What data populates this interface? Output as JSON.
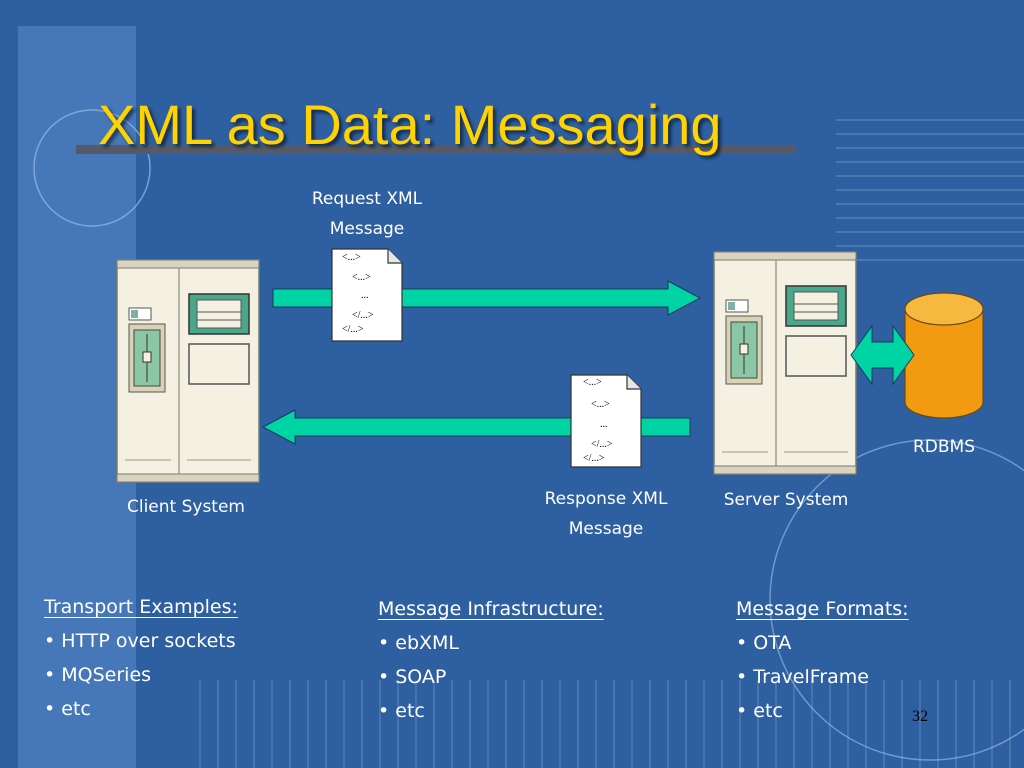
{
  "slide": {
    "title": "XML as Data: Messaging",
    "page_number": "32"
  },
  "colors": {
    "background": "#2e5fa0",
    "title": "#ffd200",
    "arrow": "#00d4a4",
    "database": "#f29a10",
    "text": "#ffffff"
  },
  "diagram": {
    "request_label_line1": "Request XML",
    "request_label_line2": "Message",
    "response_label_line1": "Response XML",
    "response_label_line2": "Message",
    "client_label": "Client System",
    "server_label": "Server System",
    "rdbms_label": "RDBMS",
    "xml_doc": {
      "line1": "<...>",
      "line2": "<...>",
      "line3": "...",
      "line4": "</...>",
      "line5": "</...>"
    }
  },
  "columns": {
    "transport": {
      "heading": "Transport Examples:",
      "items": [
        "HTTP over sockets",
        "MQSeries",
        "etc"
      ]
    },
    "infrastructure": {
      "heading": "Message Infrastructure:",
      "items": [
        "ebXML",
        "SOAP",
        "etc"
      ]
    },
    "formats": {
      "heading": "Message Formats:",
      "items": [
        "OTA",
        "TravelFrame",
        "etc"
      ]
    }
  }
}
